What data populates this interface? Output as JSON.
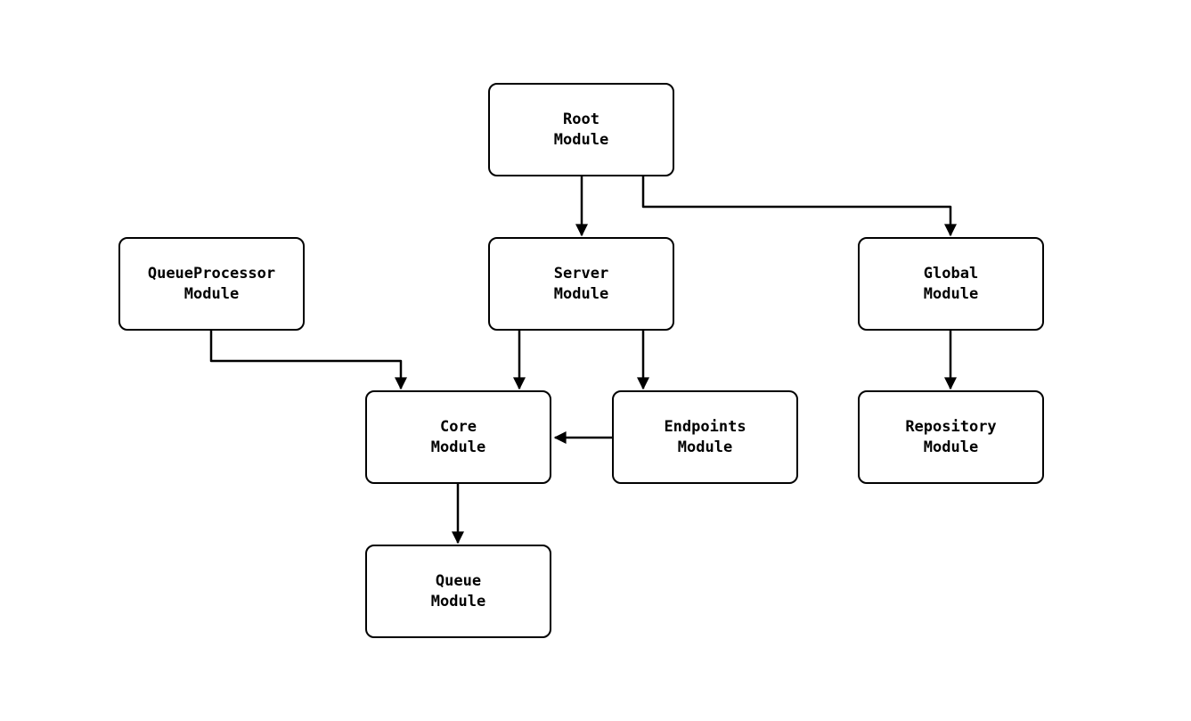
{
  "diagram": {
    "type": "module-dependency-graph",
    "colors": {
      "background": "#ffffff",
      "node_fill": "#ffffff",
      "node_stroke": "#000000",
      "edge_stroke": "#000000",
      "text": "#000000"
    },
    "nodes": {
      "root": {
        "line1": "Root",
        "line2": "Module"
      },
      "queueprocessor": {
        "line1": "QueueProcessor",
        "line2": "Module"
      },
      "server": {
        "line1": "Server",
        "line2": "Module"
      },
      "global": {
        "line1": "Global",
        "line2": "Module"
      },
      "core": {
        "line1": "Core",
        "line2": "Module"
      },
      "endpoints": {
        "line1": "Endpoints",
        "line2": "Module"
      },
      "repository": {
        "line1": "Repository",
        "line2": "Module"
      },
      "queue": {
        "line1": "Queue",
        "line2": "Module"
      }
    },
    "edges": [
      {
        "from": "Root Module",
        "to": "Server Module"
      },
      {
        "from": "Root Module",
        "to": "Global Module"
      },
      {
        "from": "QueueProcessor Module",
        "to": "Core Module"
      },
      {
        "from": "Server Module",
        "to": "Core Module"
      },
      {
        "from": "Server Module",
        "to": "Endpoints Module"
      },
      {
        "from": "Endpoints Module",
        "to": "Core Module"
      },
      {
        "from": "Global Module",
        "to": "Repository Module"
      },
      {
        "from": "Core Module",
        "to": "Queue Module"
      }
    ]
  }
}
